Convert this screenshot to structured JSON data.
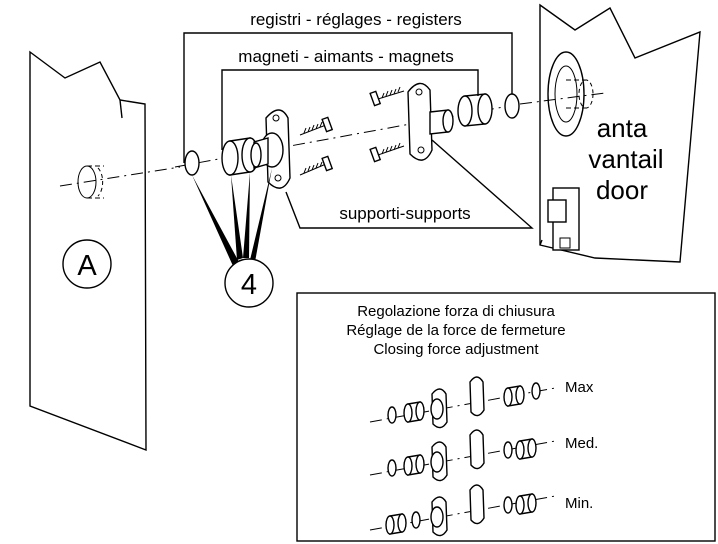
{
  "labels": {
    "registers": "registri - réglages - registers",
    "magnets": "magneti - aimants - magnets",
    "supports": "supporti-supports",
    "door_line1": "anta",
    "door_line2": "vantail",
    "door_line3": "door",
    "callout_a": "A",
    "callout_4": "4"
  },
  "adjustment": {
    "title_it": "Regolazione forza di chiusura",
    "title_fr": "Réglage de la force de fermeture",
    "title_en": "Closing force adjustment",
    "levels": [
      "Max",
      "Med.",
      "Min."
    ]
  }
}
